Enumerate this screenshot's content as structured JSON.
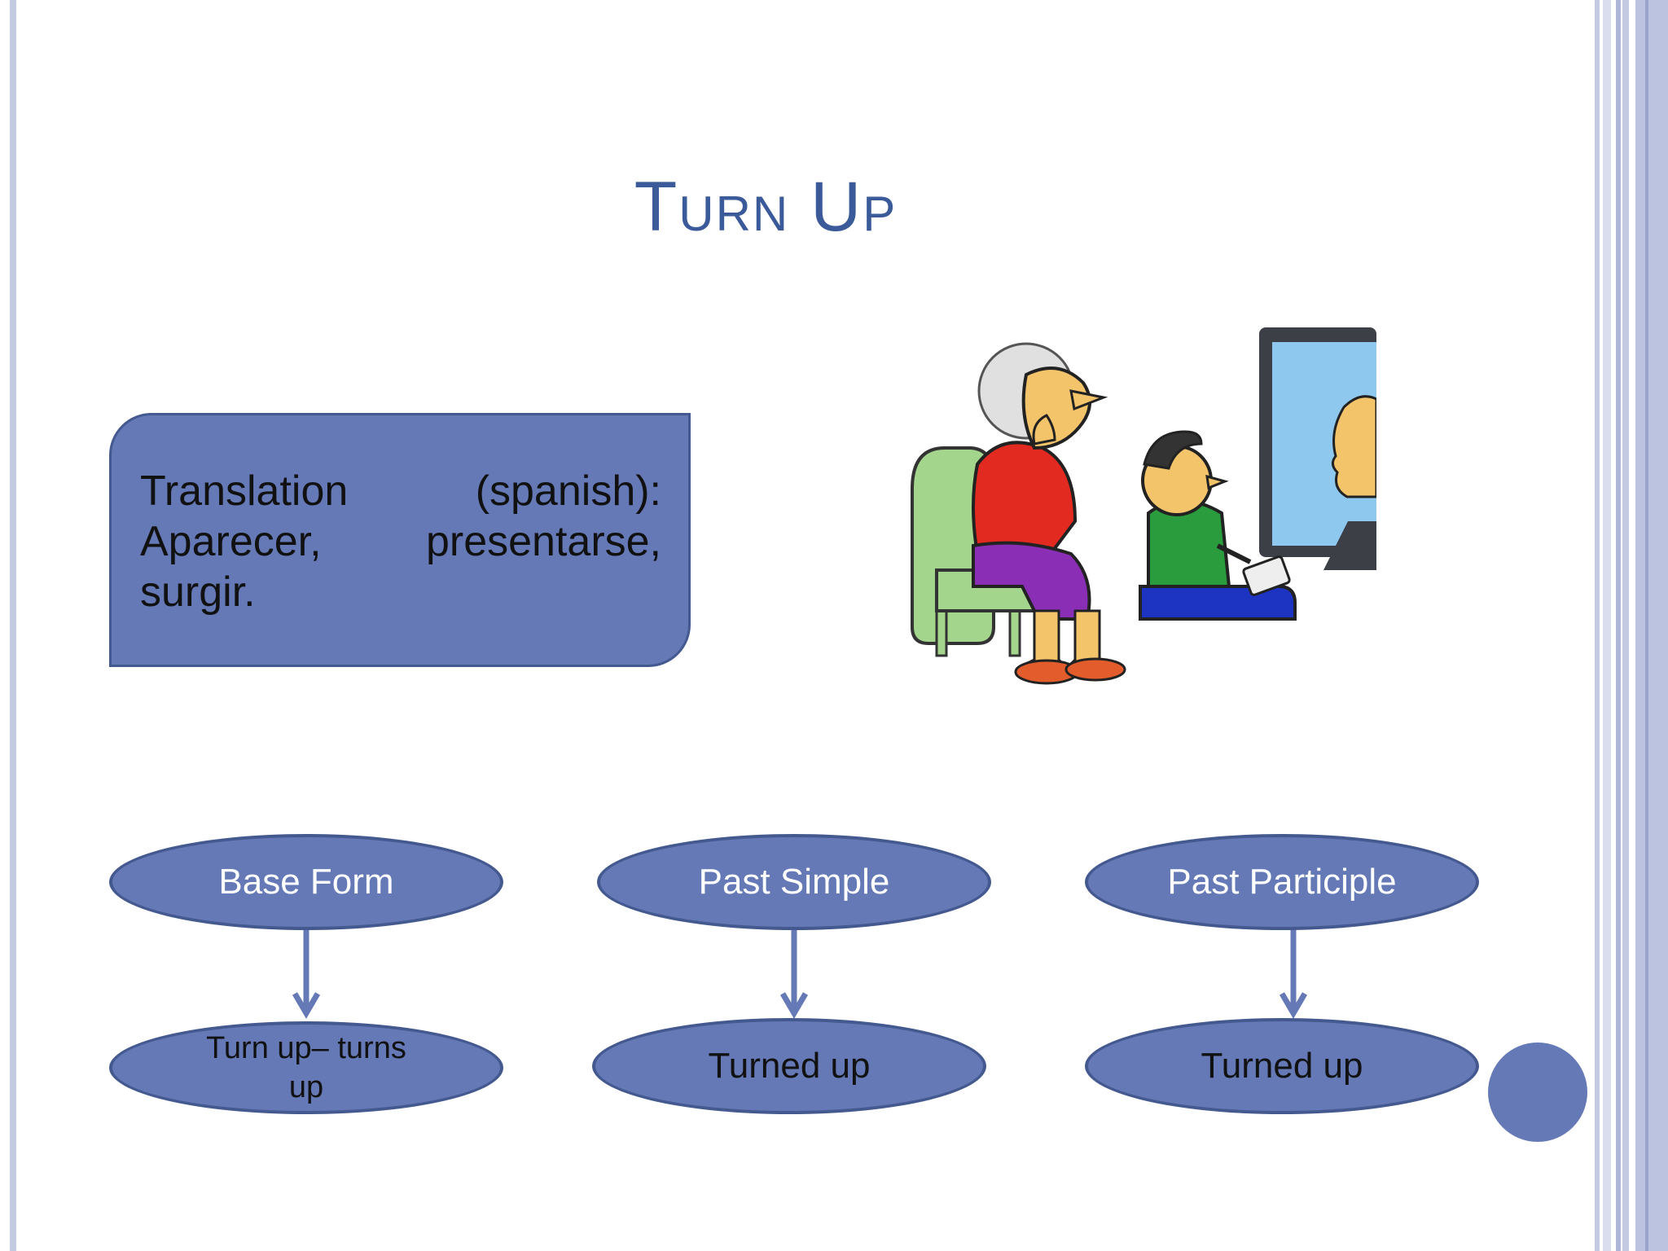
{
  "slide": {
    "title": "Turn Up",
    "translation_line1_left": "Translation",
    "translation_line1_right": "(spanish):",
    "translation_line2_left": "Aparecer,",
    "translation_line2_right": "presentarse,",
    "translation_line3": "surgir.",
    "illustration": "cartoon-grandmother-and-boy-watching-tv"
  },
  "forms": [
    {
      "header": "Base Form",
      "value": "Turn up– turns up"
    },
    {
      "header": "Past Simple",
      "value": "Turned up"
    },
    {
      "header": "Past Participle",
      "value": "Turned up"
    }
  ],
  "colors": {
    "accent": "#6479b6",
    "accent_border": "#44598f",
    "title": "#3b5a99",
    "frame": "#aeb6d8"
  }
}
